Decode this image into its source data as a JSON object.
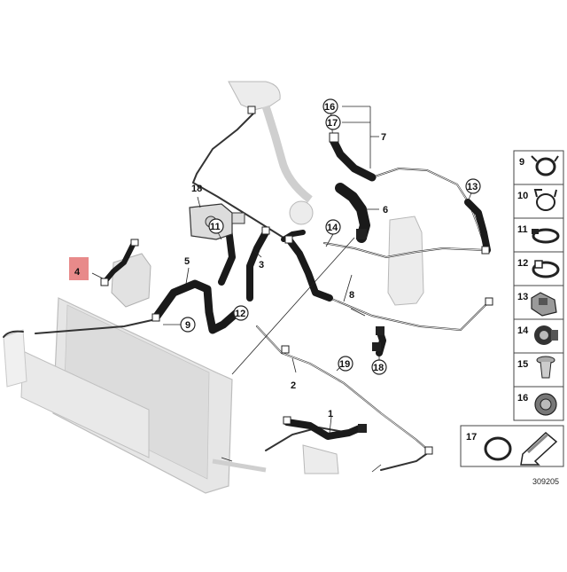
{
  "callouts": {
    "c1": "1",
    "c2": "2",
    "c3": "3",
    "c4": "4",
    "c5": "5",
    "c6": "6",
    "c7": "7",
    "c8": "8",
    "c9": "9",
    "c11": "11",
    "c12": "12",
    "c13": "13",
    "c14": "14",
    "c16": "16",
    "c17": "17",
    "c18": "18",
    "c19": "19"
  },
  "legend": {
    "items": [
      {
        "num": "9",
        "icon": "hose-clamp-spring-icon"
      },
      {
        "num": "10",
        "icon": "hose-clamp-wire-icon"
      },
      {
        "num": "11",
        "icon": "hose-clamp-band-icon"
      },
      {
        "num": "12",
        "icon": "hose-clamp-ear-icon"
      },
      {
        "num": "13",
        "icon": "clip-bracket-icon"
      },
      {
        "num": "14",
        "icon": "hose-holder-icon"
      },
      {
        "num": "15",
        "icon": "expanding-rivet-icon"
      },
      {
        "num": "16",
        "icon": "bleed-screw-icon"
      },
      {
        "num": "17",
        "icon": "o-ring-icon"
      }
    ]
  },
  "diagram_code": "309205",
  "colors": {
    "highlight": "#e88a8a",
    "outline": "#1a1a1a",
    "ghost": "#d9d9d9"
  }
}
